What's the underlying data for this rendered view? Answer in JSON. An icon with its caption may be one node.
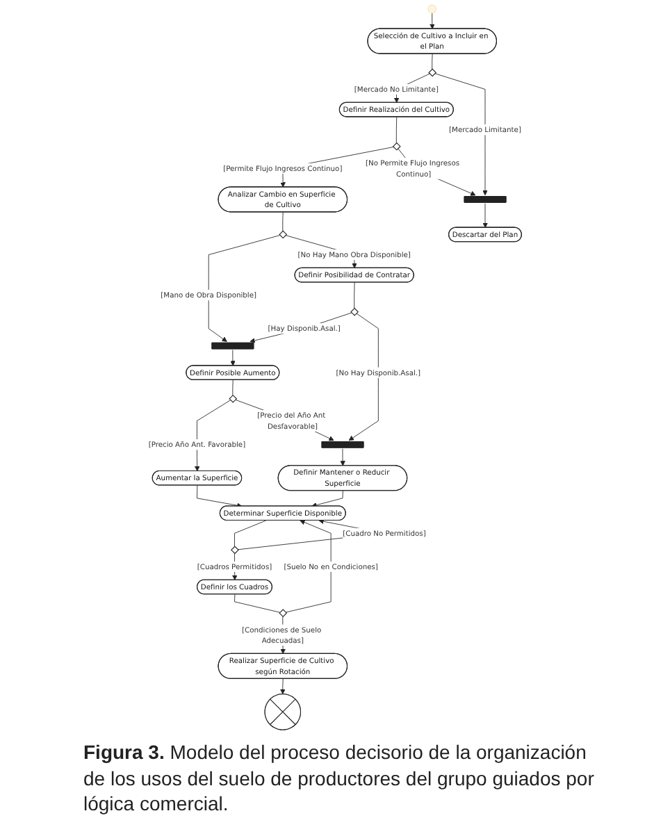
{
  "diagram": {
    "caption": "**Figura 3.** Modelo del proceso decisorio de la organización de los usos del suelo de productores del grupo guiados por lógica comercial.",
    "nodes": [
      {
        "text": [],
        "shape": "circle"
      },
      {
        "text": [
          "Selección de Cultivo a Incluir en el Plan"
        ]
      },
      {
        "text": [],
        "shape": "diamond"
      },
      {
        "text": [
          "Definir Realización del Cultivo"
        ]
      },
      {
        "text": [],
        "shape": "diamond"
      },
      {
        "text": [
          "Analizar Cambio en Superficie de Cultivo"
        ]
      },
      {
        "text": [],
        "shape": "bar"
      },
      {
        "text": [],
        "shape": "diamond"
      },
      {
        "text": [
          "Descartar del Plan"
        ]
      },
      {
        "text": [
          "Definir Posibilidad de Contratar"
        ]
      },
      {
        "text": [],
        "shape": "diamond"
      },
      {
        "text": [],
        "shape": "bar"
      },
      {
        "text": [
          "Definir Posible Aumento"
        ]
      },
      {
        "text": [],
        "shape": "bar"
      },
      {
        "text": [],
        "shape": "diamond"
      },
      {
        "text": [
          "Aumentar la Superficie"
        ]
      },
      {
        "text": [
          "Definir Mantener o Reducir Superficie"
        ]
      },
      {
        "text": [
          "Determinar Superficie Disponible"
        ]
      },
      {
        "text": [],
        "shape": "diamond"
      },
      {
        "text": [
          "Definir los Cuadros"
        ]
      },
      {
        "text": [],
        "shape": "diamond"
      },
      {
        "text": [
          "Realizar Superficie de Cultivo según Rotación"
        ]
      },
      {
        "text": [],
        "shape": "circle"
      }
    ],
    "edges": [
      {
        "from": 0,
        "to": 1,
        "arrow": "to"
      },
      {
        "from": 1,
        "to": 2,
        "arrow": "none"
      },
      {
        "from": 2,
        "to": 3,
        "arrow": "to",
        "label": "[Mercado No Limitante]"
      },
      {
        "from": 2,
        "to": 6,
        "arrow": "to",
        "label": "[Mercado Limitante]"
      },
      {
        "from": 3,
        "to": 4,
        "arrow": "none"
      },
      {
        "from": 4,
        "to": 5,
        "arrow": "to",
        "label": "[Permite Flujo Ingresos Continuo]"
      },
      {
        "from": 4,
        "to": 6,
        "arrow": "to",
        "label": "[No Permite Flujo Ingresos Continuo]"
      },
      {
        "from": 6,
        "to": 8,
        "arrow": "to"
      },
      {
        "from": 5,
        "to": 7,
        "arrow": "none"
      },
      {
        "from": 7,
        "to": 11,
        "arrow": "to",
        "label": "[Mano de Obra Disponible]"
      },
      {
        "from": 7,
        "to": 9,
        "arrow": "to",
        "label": "[No Hay Mano Obra Disponible]"
      },
      {
        "from": 9,
        "to": 10,
        "arrow": "none"
      },
      {
        "from": 10,
        "to": 11,
        "arrow": "to",
        "label": "[Hay Disponib.Asal.]"
      },
      {
        "from": 10,
        "to": 13,
        "arrow": "to",
        "label": "[No Hay Disponib.Asal.]"
      },
      {
        "from": 11,
        "to": 12,
        "arrow": "to"
      },
      {
        "from": 12,
        "to": 14,
        "arrow": "none"
      },
      {
        "from": 14,
        "to": 15,
        "arrow": "to",
        "label": "[Precio Año Ant. Favorable]"
      },
      {
        "from": 14,
        "to": 13,
        "arrow": "to",
        "label": "[Precio del Año Ant Desfavorable]"
      },
      {
        "from": 13,
        "to": 16,
        "arrow": "to"
      },
      {
        "from": 15,
        "to": 17,
        "arrow": "to"
      },
      {
        "from": 16,
        "to": 17,
        "arrow": "to"
      },
      {
        "from": 17,
        "to": 18,
        "arrow": "none"
      },
      {
        "from": 18,
        "to": 19,
        "arrow": "to",
        "label": "[Cuadros Permitidos]"
      },
      {
        "from": 18,
        "to": 17,
        "arrow": "to",
        "label": "[Cuadro No Permitidos]"
      },
      {
        "from": 19,
        "to": 20,
        "arrow": "none"
      },
      {
        "from": 20,
        "to": 17,
        "arrow": "to",
        "label": "[Suelo No en Condiciones]"
      },
      {
        "from": 20,
        "to": 21,
        "arrow": "to",
        "label": "[Condiciones de Suelo Adecuadas]"
      },
      {
        "from": 21,
        "to": 22,
        "arrow": "to"
      }
    ]
  }
}
